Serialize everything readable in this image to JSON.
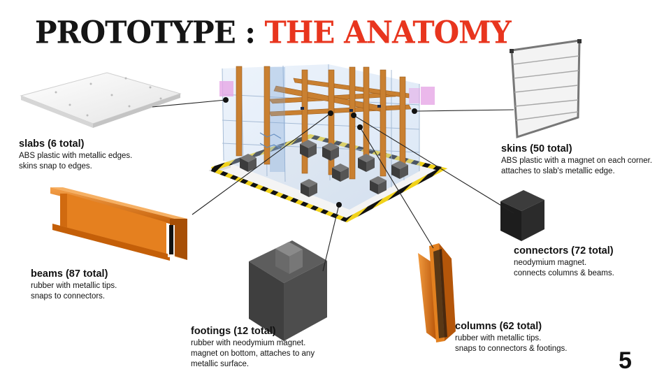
{
  "title": {
    "part1": "PROTOTYPE : ",
    "part2": "THE ANATOMY"
  },
  "captions": {
    "slabs": {
      "heading": "slabs (6 total)",
      "lines": [
        "ABS plastic with metallic edges.",
        "skins snap to edges."
      ]
    },
    "skins": {
      "heading": "skins (50 total)",
      "lines": [
        "ABS plastic with a magnet on each corner.",
        "attaches to slab's metallic edge."
      ]
    },
    "beams": {
      "heading": "beams (87 total)",
      "lines": [
        "rubber with metallic tips.",
        "snaps to connectors."
      ]
    },
    "connectors": {
      "heading": "connectors (72 total)",
      "lines": [
        "neodymium magnet.",
        "connects columns & beams."
      ]
    },
    "footings": {
      "heading": "footings (12 total)",
      "lines": [
        "rubber with neodymium magnet.",
        "magnet on bottom, attaches to any",
        "metallic surface."
      ]
    },
    "columns": {
      "heading": "columns (62 total)",
      "lines": [
        "rubber with metallic tips.",
        "snaps to connectors & footings."
      ]
    }
  },
  "page_number": "5",
  "colors": {
    "title_dark": "#151515",
    "title_accent": "#e8351e",
    "wood": "#c97a2a",
    "beam_orange": "#e07a17"
  }
}
